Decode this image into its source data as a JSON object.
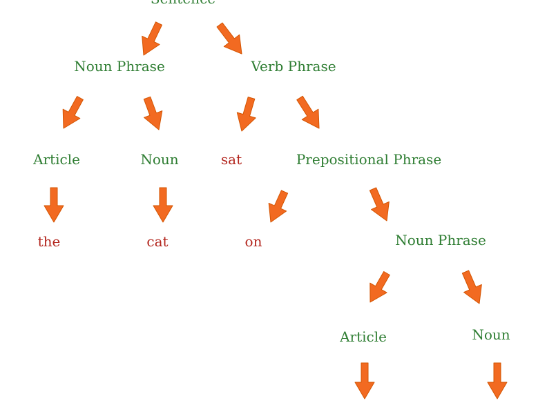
{
  "colors": {
    "phrase": "#2e7d32",
    "word": "#b3261e",
    "arrow": "#f26a21",
    "arrow_edge": "#d35400"
  },
  "tree": {
    "root": "Sentence",
    "np1": "Noun Phrase",
    "vp": "Verb Phrase",
    "article1": "Article",
    "noun1": "Noun",
    "sat": "sat",
    "pp": "Prepositional Phrase",
    "the": "the",
    "cat": "cat",
    "on": "on",
    "np2": "Noun Phrase",
    "article2": "Article",
    "noun2": "Noun"
  }
}
